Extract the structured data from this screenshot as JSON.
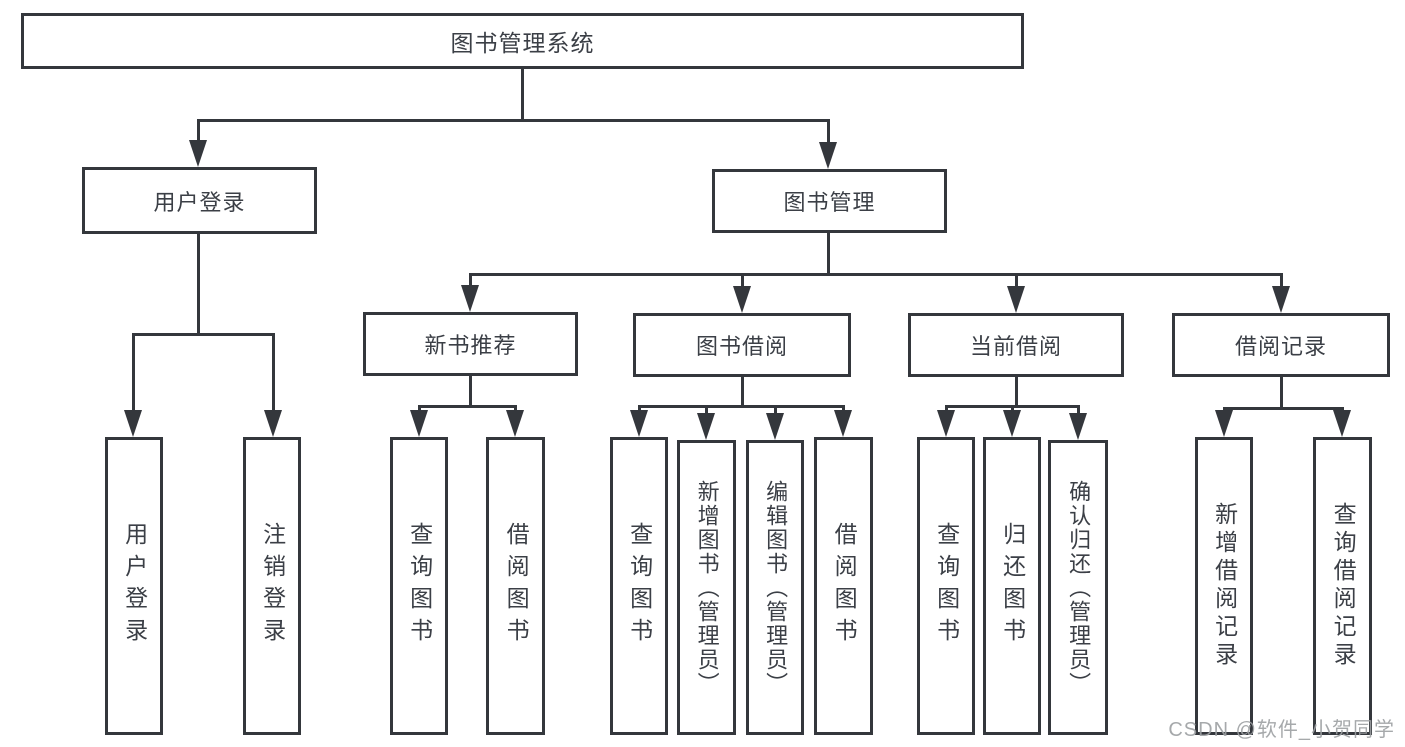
{
  "diagram_title": "图书管理系统",
  "colors": {
    "line": "#34373c",
    "text": "#3b3f46",
    "background": "#ffffff",
    "watermark": "#9da0a3"
  },
  "watermark": {
    "text": "CSDN @软件_小贺同学"
  },
  "nodes": {
    "root": {
      "label": "图书管理系统"
    },
    "user_login": {
      "label": "用户登录"
    },
    "book_management": {
      "label": "图书管理"
    },
    "new_book_recommend": {
      "label": "新书推荐"
    },
    "book_borrowing": {
      "label": "图书借阅"
    },
    "current_borrowing": {
      "label": "当前借阅"
    },
    "borrowing_records": {
      "label": "借阅记录"
    },
    "ul_user_login": {
      "label": "用户登录"
    },
    "ul_logout": {
      "label": "注销登录"
    },
    "nbr_query_books": {
      "label": "查询图书"
    },
    "nbr_borrow_books": {
      "label": "借阅图书"
    },
    "bb_query_books": {
      "label": "查询图书"
    },
    "bb_add_books_admin": {
      "label": "新增图书（管理员）"
    },
    "bb_edit_books_admin": {
      "label": "编辑图书（管理员）"
    },
    "bb_borrow_books": {
      "label": "借阅图书"
    },
    "cb_query_books": {
      "label": "查询图书"
    },
    "cb_return_books": {
      "label": "归还图书"
    },
    "cb_confirm_return_admin": {
      "label": "确认归还（管理员）"
    },
    "br_add_record": {
      "label": "新增借阅记录"
    },
    "br_query_record": {
      "label": "查询借阅记录"
    }
  },
  "hierarchy": {
    "图书管理系统": {
      "用户登录": [
        "用户登录",
        "注销登录"
      ],
      "图书管理": {
        "新书推荐": [
          "查询图书",
          "借阅图书"
        ],
        "图书借阅": [
          "查询图书",
          "新增图书（管理员）",
          "编辑图书（管理员）",
          "借阅图书"
        ],
        "当前借阅": [
          "查询图书",
          "归还图书",
          "确认归还（管理员）"
        ],
        "借阅记录": [
          "新增借阅记录",
          "查询借阅记录"
        ]
      }
    }
  }
}
